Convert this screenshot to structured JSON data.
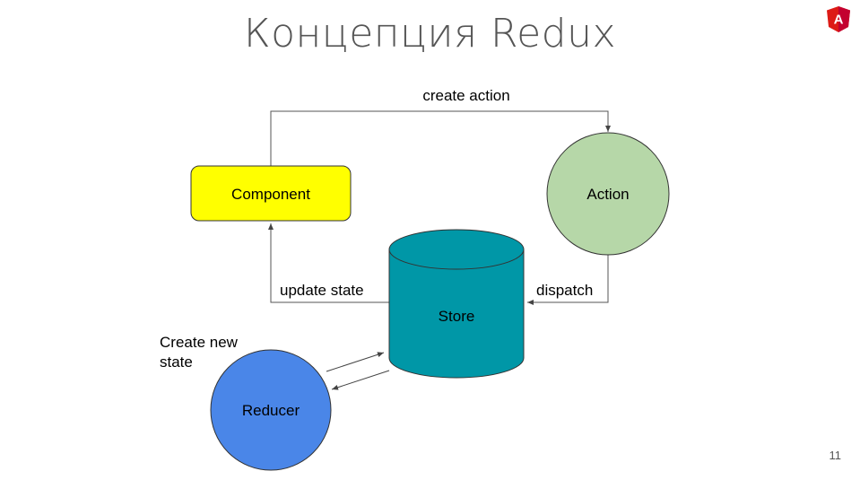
{
  "slide": {
    "title": "Концепция Redux",
    "page_number": "11",
    "logo_letter": "A"
  },
  "diagram": {
    "nodes": {
      "component": "Component",
      "action": "Action",
      "store": "Store",
      "reducer": "Reducer"
    },
    "edges": {
      "create_action": "create action",
      "dispatch": "dispatch",
      "update_state": "update state",
      "create_new_state_line1": "Create new",
      "create_new_state_line2": "state"
    }
  },
  "colors": {
    "component": "#ffff00",
    "action": "#b6d7a8",
    "store": "#0097a7",
    "reducer": "#4a86e8",
    "logo": "#dd1b16"
  }
}
